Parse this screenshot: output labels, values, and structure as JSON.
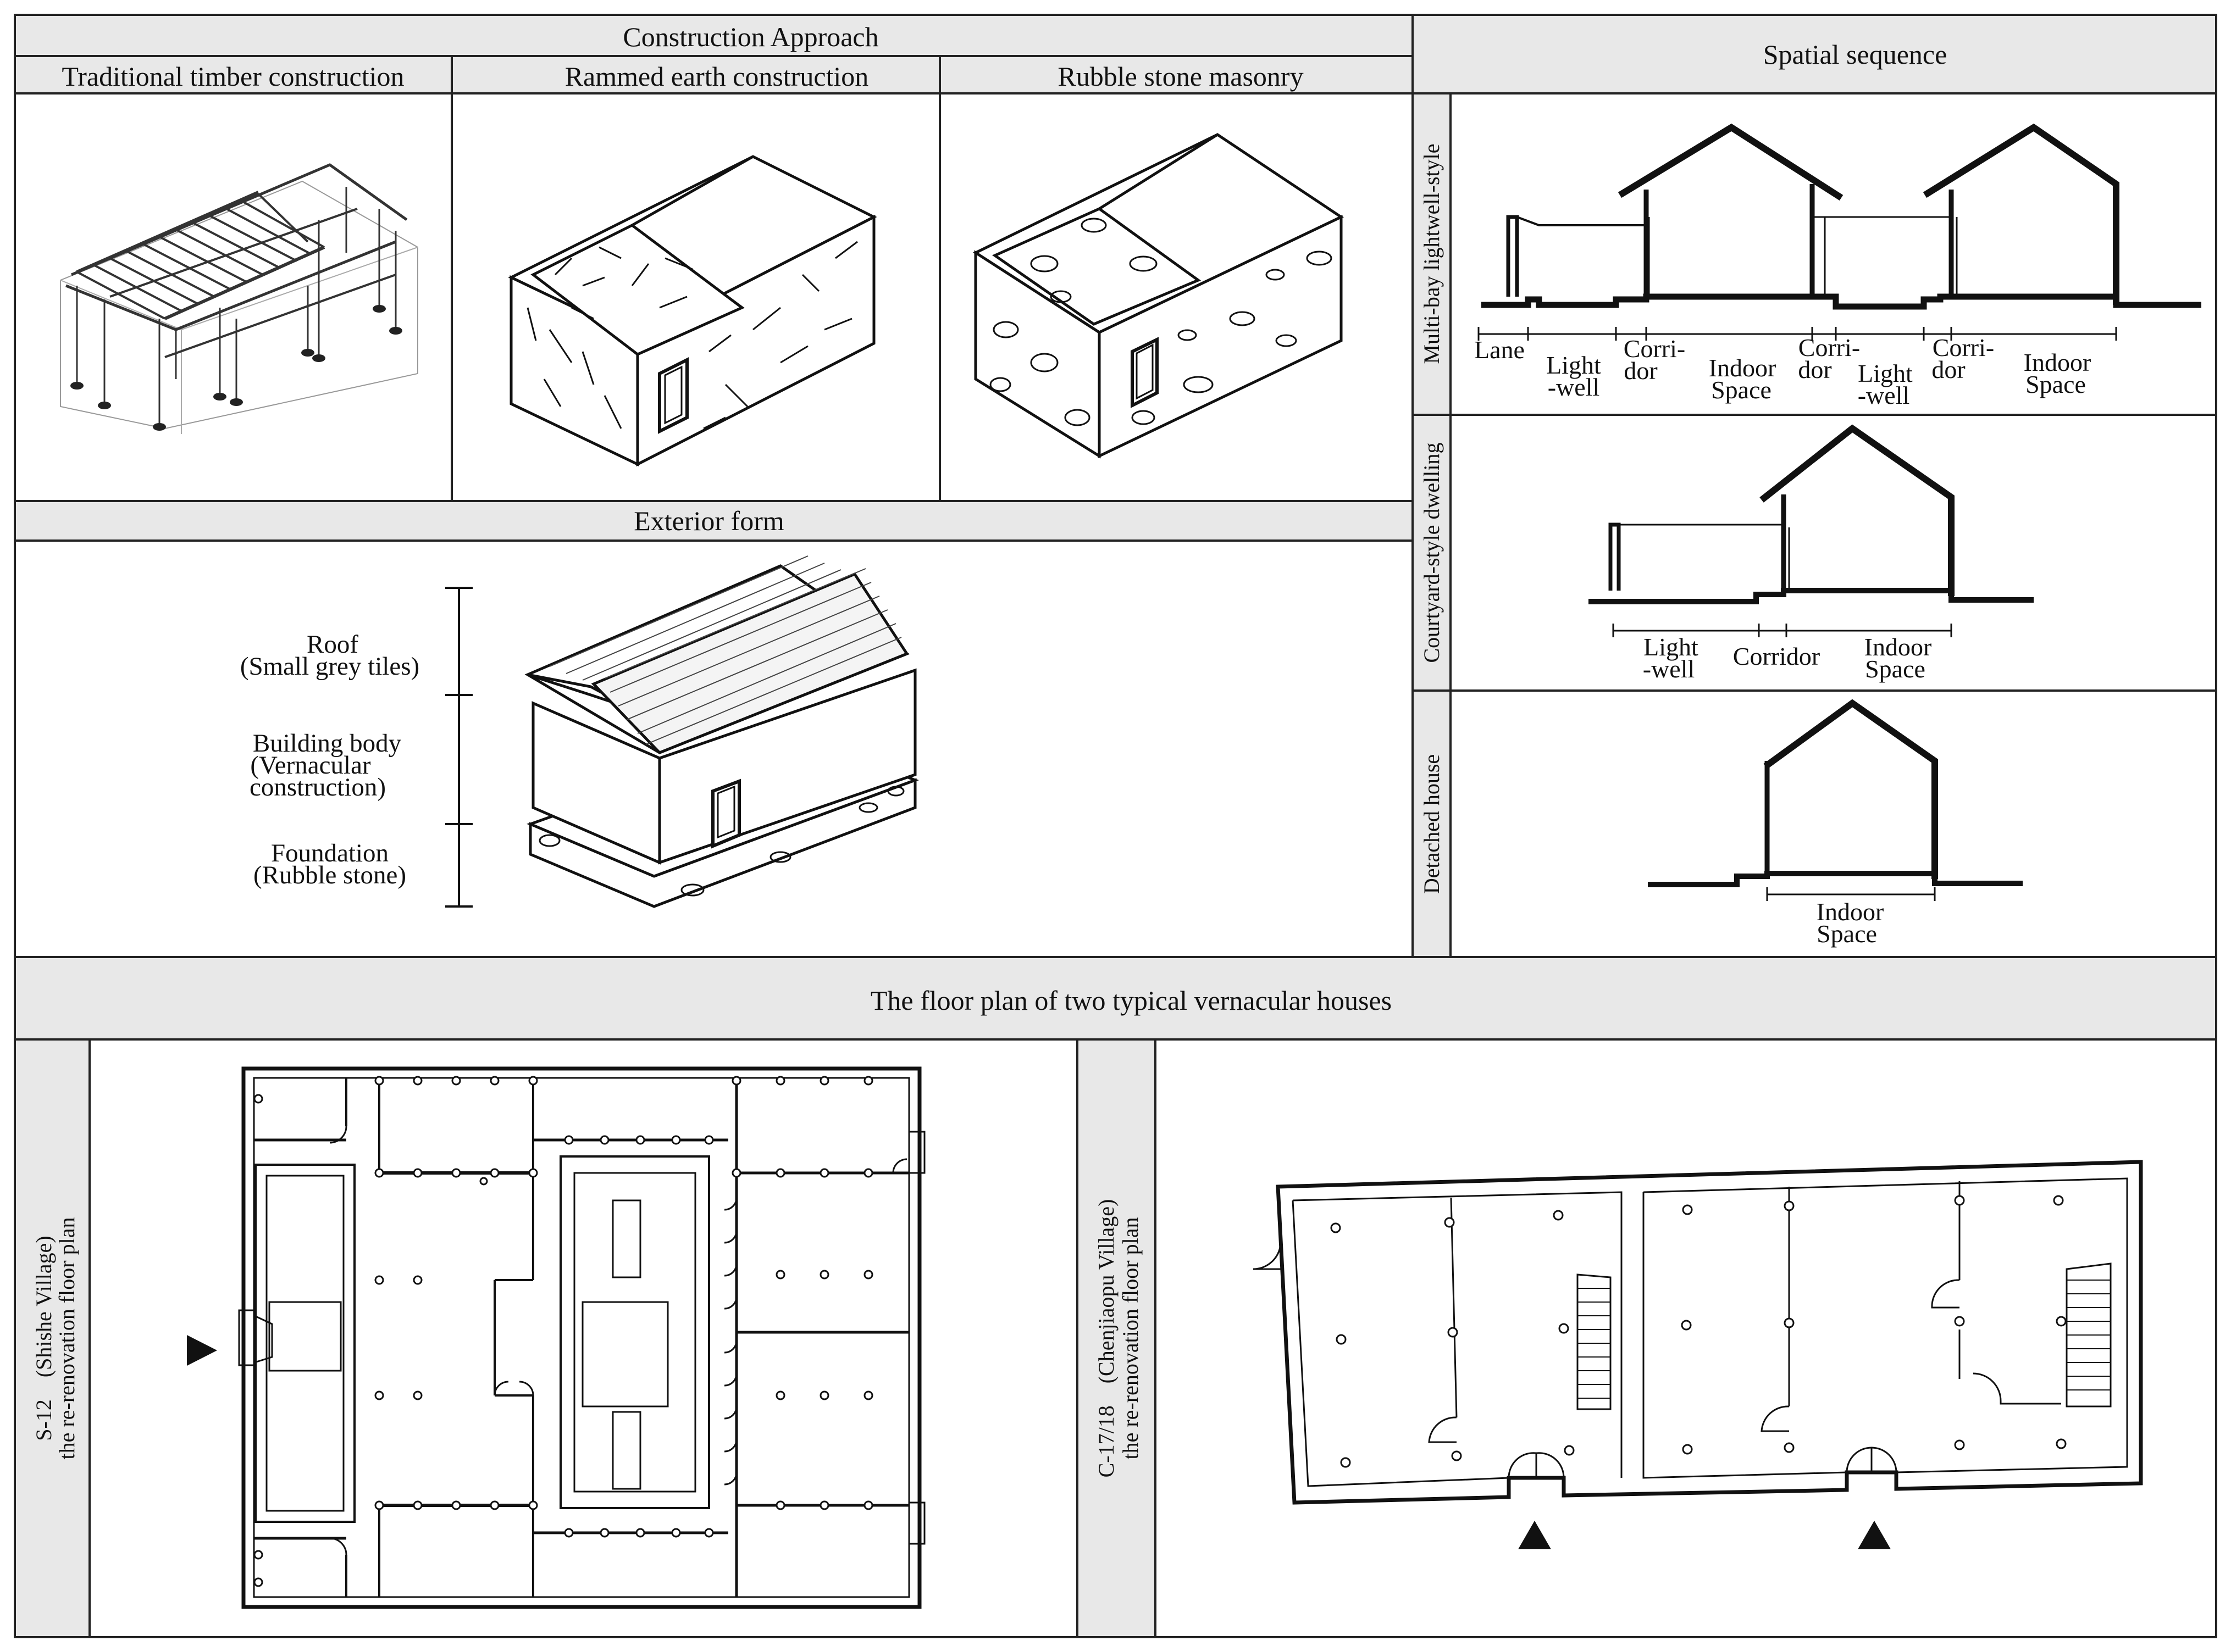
{
  "construction": {
    "header": "Construction Approach",
    "timber": "Traditional timber construction",
    "earth": "Rammed earth construction",
    "stone": "Rubble stone masonry"
  },
  "exterior": {
    "header": "Exterior form",
    "roof_1": "Roof",
    "roof_2": "(Small grey tiles)",
    "body_1": "Building body",
    "body_2": "(Vernacular",
    "body_3": "construction)",
    "found_1": "Foundation",
    "found_2": "(Rubble stone)"
  },
  "spatial": {
    "header": "Spatial sequence",
    "multibay": {
      "title": "Multi-bay lightwell-style",
      "lane": "Lane",
      "light_1": "Light",
      "light_2": "-well",
      "corri_1": "Corri-",
      "corri_2": "dor",
      "indoor_1": "Indoor",
      "indoor_2": "Space"
    },
    "courtyard": {
      "title": "Courtyard-style dwelling",
      "light_1": "Light",
      "light_2": "-well",
      "corridor": "Corridor",
      "indoor_1": "Indoor",
      "indoor_2": "Space"
    },
    "detached": {
      "title": "Detached house",
      "indoor_1": "Indoor",
      "indoor_2": "Space"
    }
  },
  "floorplan": {
    "header": "The floor plan of two typical vernacular houses",
    "s12_1": "S-12　(Shishe Village)",
    "s12_2": "the re-renovation floor plan",
    "c17_1": "C-17/18　(Chenjiaopu Village)",
    "c17_2": "the re-renovation floor plan"
  }
}
